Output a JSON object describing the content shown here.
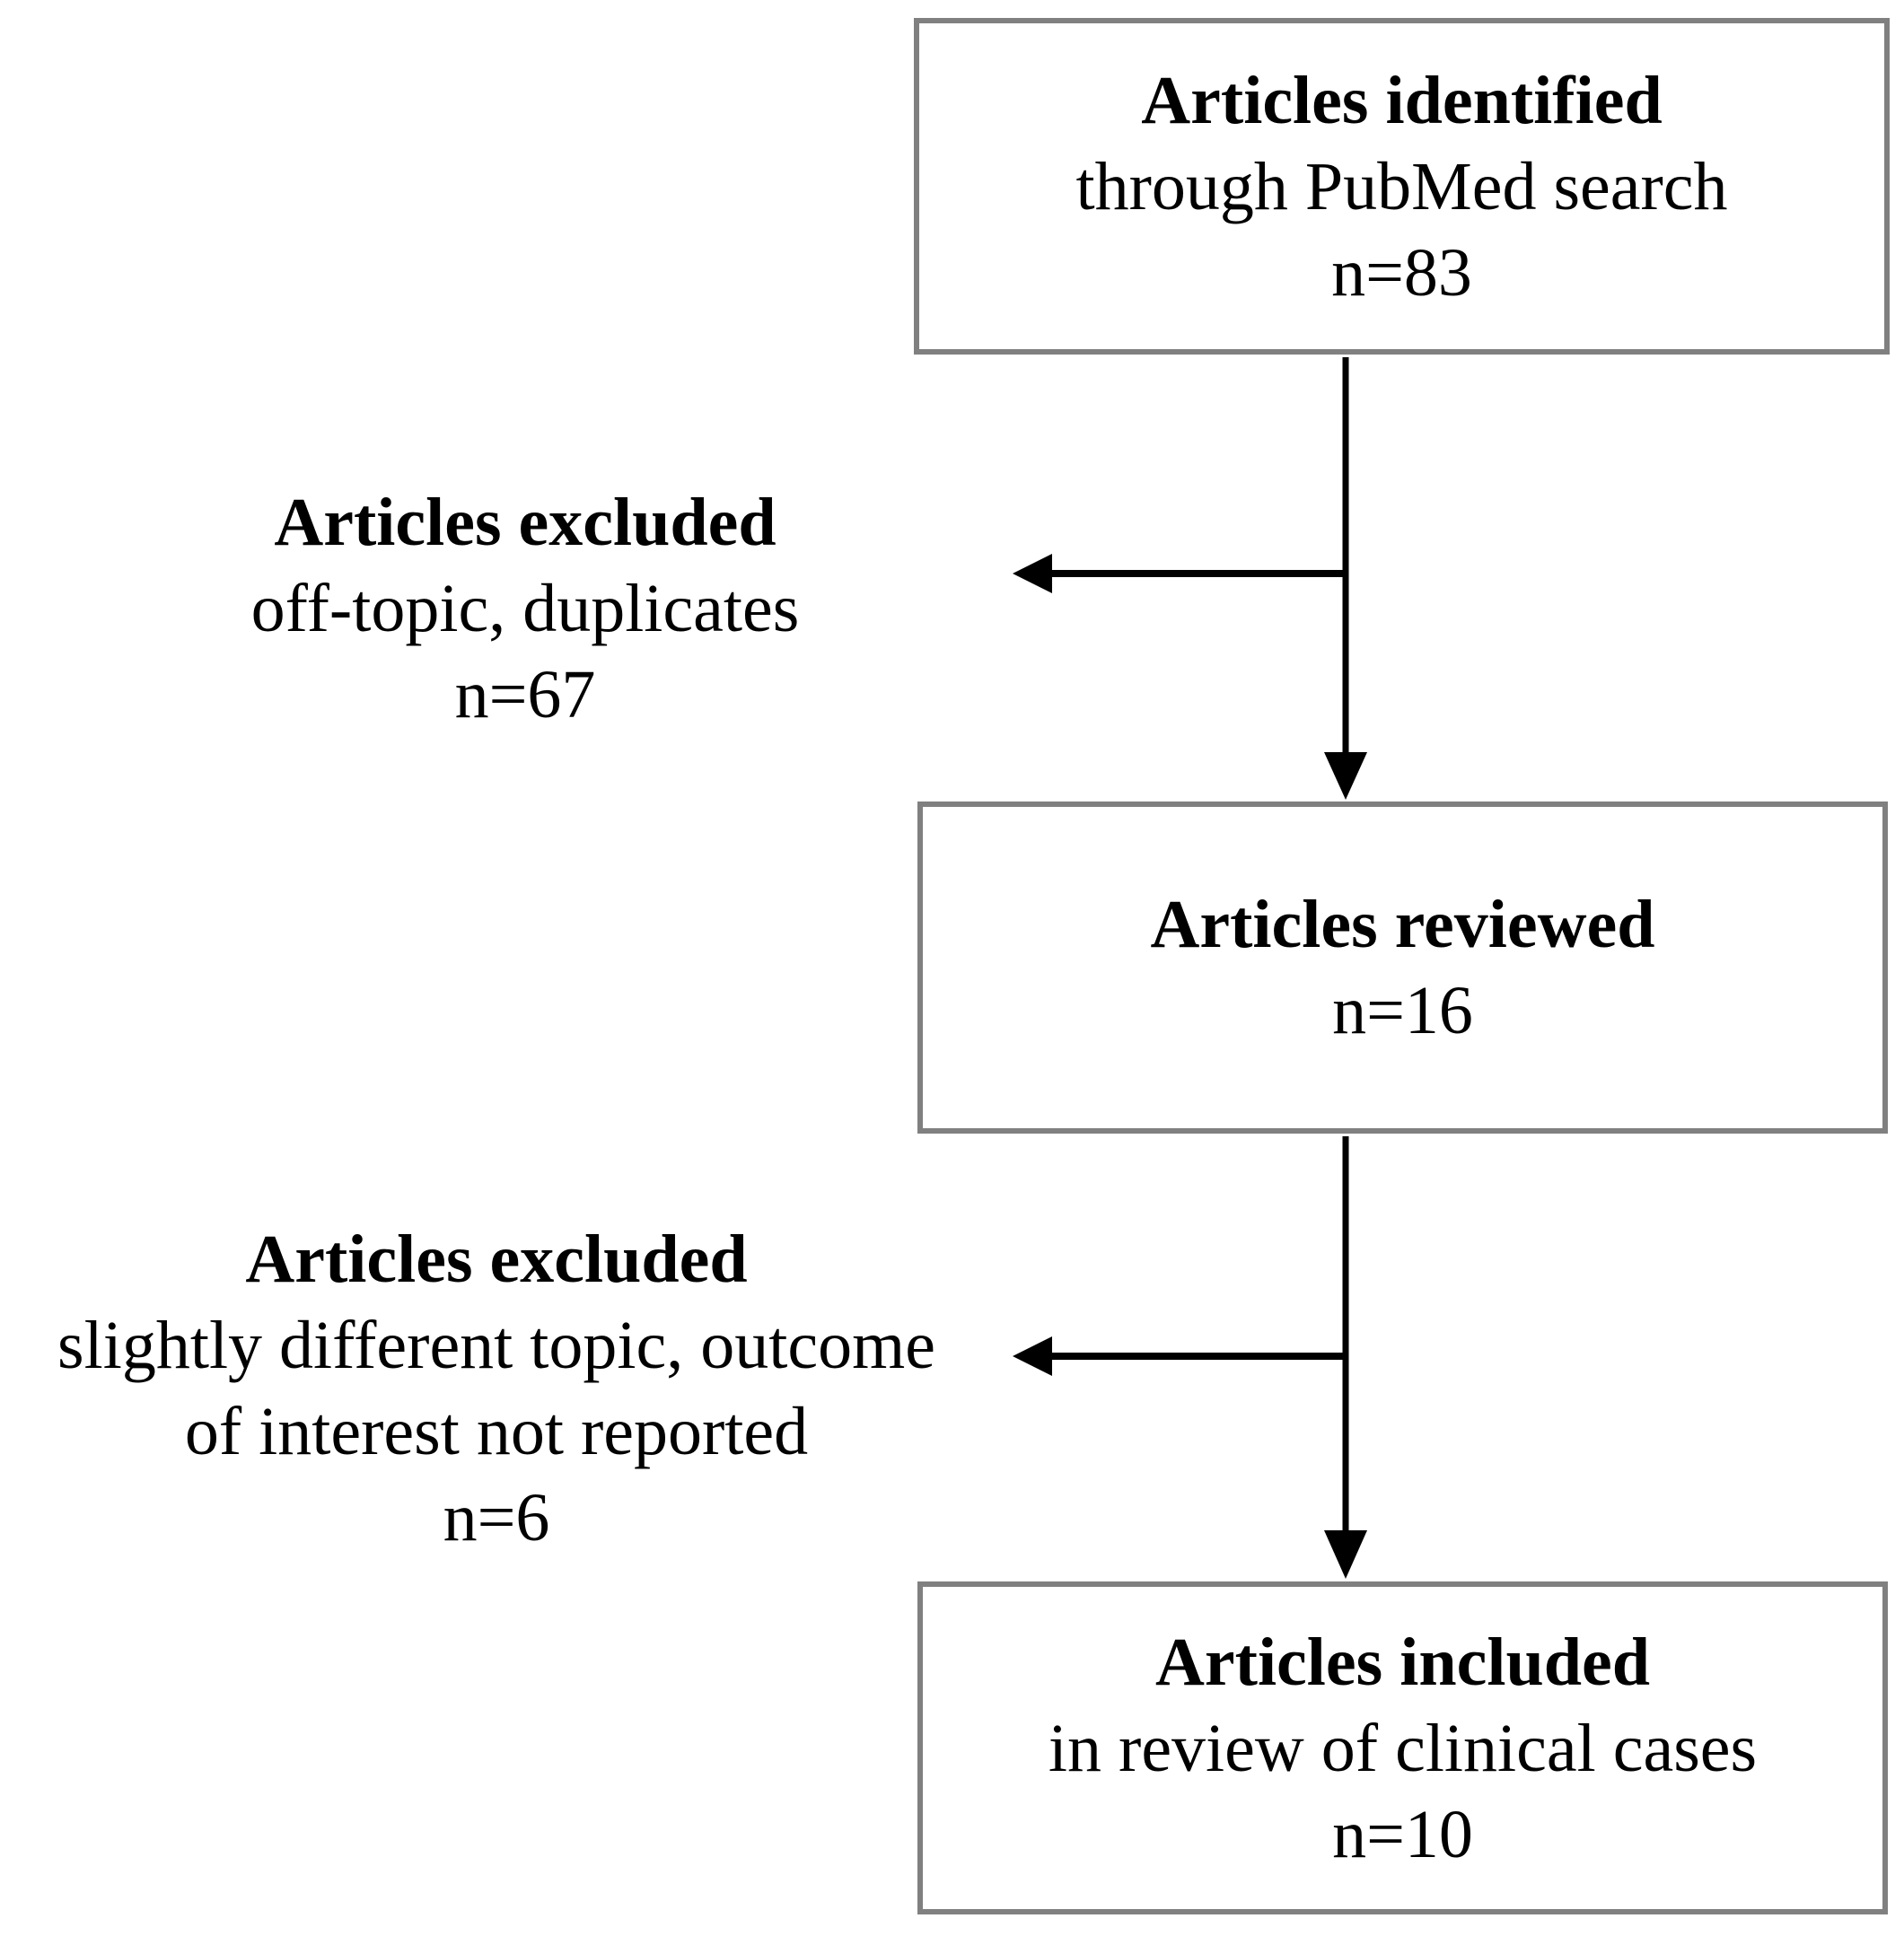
{
  "colors": {
    "background": "#ffffff",
    "text": "#000000",
    "box_border": "#808080",
    "arrow": "#000000"
  },
  "flow": {
    "box_identified": {
      "heading": "Articles identified",
      "subline": "through PubMed search",
      "count": "n=83"
    },
    "excluded_1": {
      "heading": "Articles excluded",
      "reason": "off-topic, duplicates",
      "count": "n=67"
    },
    "box_reviewed": {
      "heading": "Articles reviewed",
      "count": "n=16"
    },
    "excluded_2": {
      "heading": "Articles excluded",
      "reason_line1": "slightly different topic, outcome",
      "reason_line2": "of interest not reported",
      "count": "n=6"
    },
    "box_included": {
      "heading": "Articles included",
      "subline": "in review of clinical cases",
      "count": "n=10"
    }
  }
}
